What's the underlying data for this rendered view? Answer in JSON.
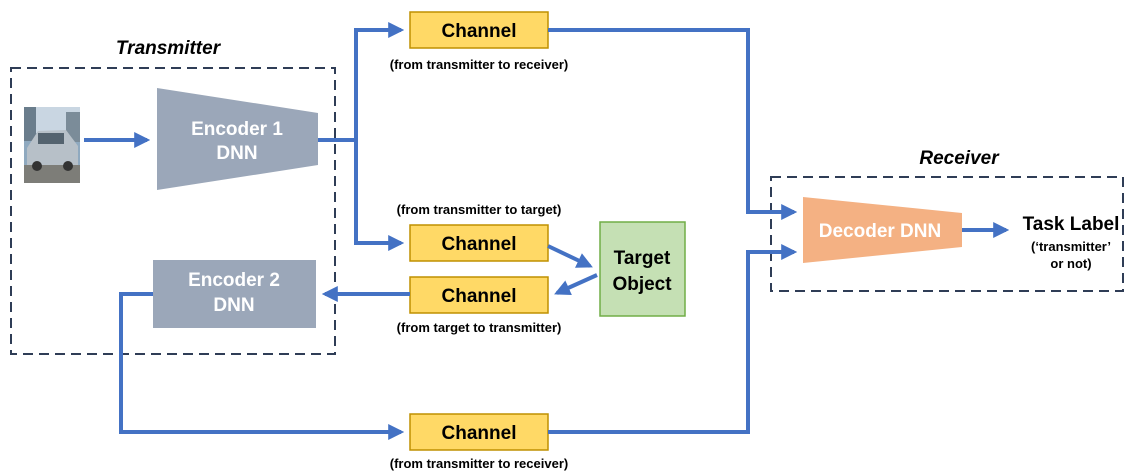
{
  "transmitter": {
    "title": "Transmitter",
    "encoder1": {
      "line1": "Encoder 1",
      "line2": "DNN"
    },
    "encoder2": {
      "line1": "Encoder 2",
      "line2": "DNN"
    }
  },
  "receiver": {
    "title": "Receiver",
    "decoder": "Decoder DNN"
  },
  "output": {
    "title": "Task Label",
    "line1": "(‘transmitter’",
    "line2": "or not)"
  },
  "target": {
    "line1": "Target",
    "line2": "Object"
  },
  "channels": {
    "top": {
      "label": "Channel",
      "caption": "(from transmitter to receiver)"
    },
    "to_target": {
      "label": "Channel",
      "caption": "(from transmitter to target)"
    },
    "from_target": {
      "label": "Channel",
      "caption": "(from target to transmitter)"
    },
    "bottom": {
      "label": "Channel",
      "caption": "(from transmitter to receiver)"
    }
  },
  "colors": {
    "wire": "#4472C4",
    "channel_fill": "#FFD966",
    "channel_stroke": "#BF9000",
    "encoder_fill": "#9BA7B9",
    "decoder_fill": "#F4B183",
    "target_fill": "#C5E0B4",
    "target_stroke": "#70AD47",
    "dash_border": "#2F3D56"
  },
  "input_image": {
    "icon": "car-photo-icon"
  }
}
